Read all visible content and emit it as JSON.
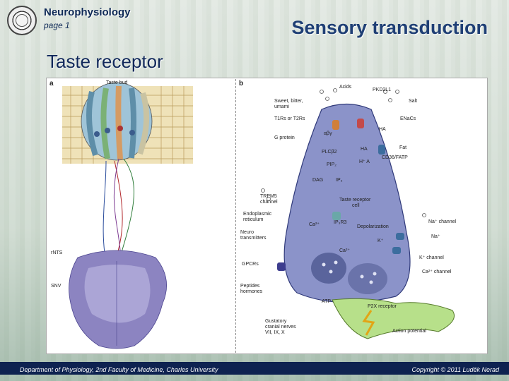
{
  "header": {
    "course": "Neurophysiology",
    "page": "page 1",
    "title": "Sensory transduction"
  },
  "subtitle": "Taste receptor",
  "figure": {
    "panel_a": {
      "letter": "a",
      "labels": {
        "taste_bud": "Taste bud",
        "rnts": "rNTS",
        "snv": "SNV"
      }
    },
    "panel_b": {
      "letter": "b",
      "labels": {
        "acids": "Acids",
        "pkd2l1": "PKD2L1",
        "salt": "Salt",
        "sweet": "Sweet, bitter,",
        "umami": "umami",
        "enac": "ENaCs",
        "t1r": "T1Rs or T2Rs",
        "aby": "αβγ",
        "ha_top": "HA",
        "gprotein": "G protein",
        "ha_mid": "HA",
        "fat": "Fat",
        "cd36": "CD36/FATP",
        "plcb2": "PLCβ2",
        "ha_low": "H⁺  A",
        "pip2": "PIP₂",
        "dag": "DAG",
        "ip3": "IP₃",
        "trpm5": "TRPM5",
        "channel": "channel",
        "trc": "Taste receptor",
        "cell": "cell",
        "er": "Endoplasmic",
        "reticulum": "reticulum",
        "ip3r3": "IP₃R3",
        "na_channel": "Na⁺ channel",
        "na": "Na⁺",
        "ca_small": "Ca²⁺",
        "depol": "Depolarization",
        "neuro": "Neuro",
        "transmitters": "transmitters",
        "k": "K⁺",
        "ca2": "Ca²⁺",
        "k_channel": "K⁺ channel",
        "gpcrs": "GPCRs",
        "ca_channel": "Ca²⁺ channel",
        "peptides": "Peptides",
        "hormones": "hormones",
        "atp": "ATP",
        "p2x": "P2X receptor",
        "gustatory": "Gustatory",
        "cranial": "cranial nerves",
        "nerves": "VII, IX, X",
        "ap": "Action potential"
      }
    }
  },
  "footer": {
    "left": "Department of Physiology, 2nd Faculty of Medicine, Charles University",
    "right": "Copyright © 2011 Luděk Nerad"
  },
  "colors": {
    "title": "#1f3f75",
    "footer_bg": "#0e2250",
    "cell": "#8b93c9",
    "brainstem": "#7e74b8"
  }
}
